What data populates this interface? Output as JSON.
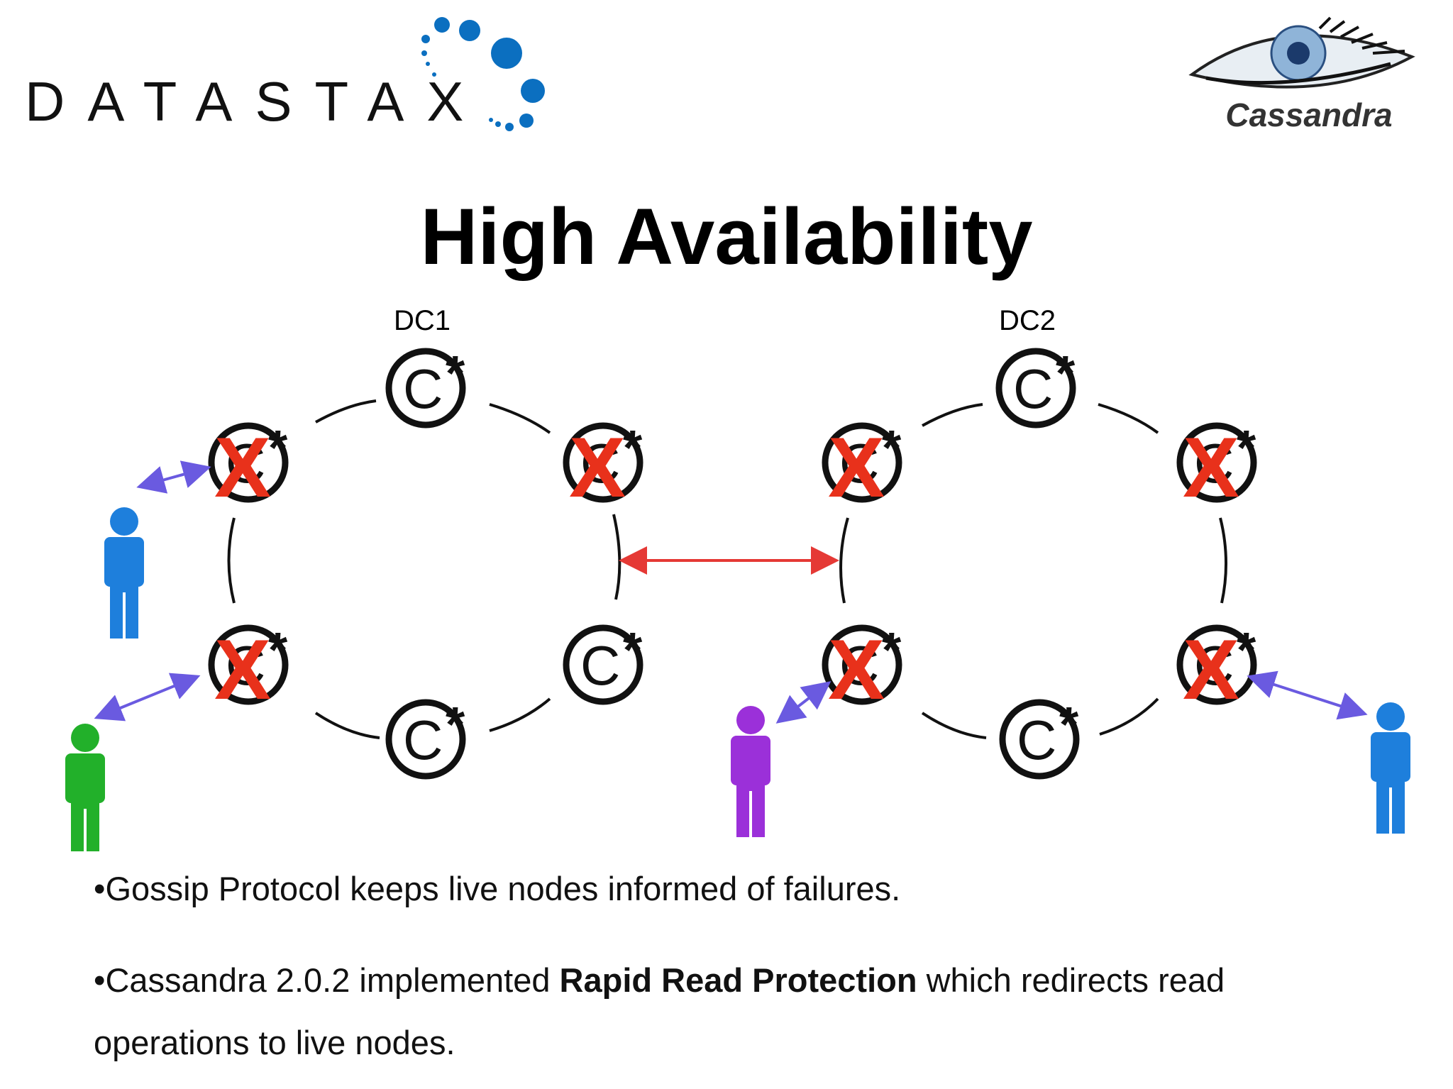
{
  "logos": {
    "datastax_text": "DATASTAX",
    "cassandra_text": "Cassandra",
    "datastax_color": "#0b6fc0"
  },
  "slide": {
    "title": "High Availability"
  },
  "diagram": {
    "dc1_label": "DC1",
    "dc2_label": "DC2",
    "node_symbol": "C*",
    "failed_marker": "X",
    "failed_color": "#e8311b",
    "link_arrow_color": "#e53935",
    "client_arrow_color": "#6a5ae0",
    "clients": [
      {
        "name": "client-blue-dc1",
        "color": "#1e7fdc"
      },
      {
        "name": "client-green-dc1",
        "color": "#22b02a"
      },
      {
        "name": "client-purple-dc2",
        "color": "#9b30d9"
      },
      {
        "name": "client-blue-dc2",
        "color": "#1e7fdc"
      }
    ]
  },
  "bullets": {
    "b1": "•Gossip Protocol keeps live nodes informed of failures.",
    "b2_prefix": "•Cassandra 2.0.2 implemented ",
    "b2_bold": "Rapid Read Protection",
    "b2_suffix": " which redirects read operations to live nodes."
  }
}
